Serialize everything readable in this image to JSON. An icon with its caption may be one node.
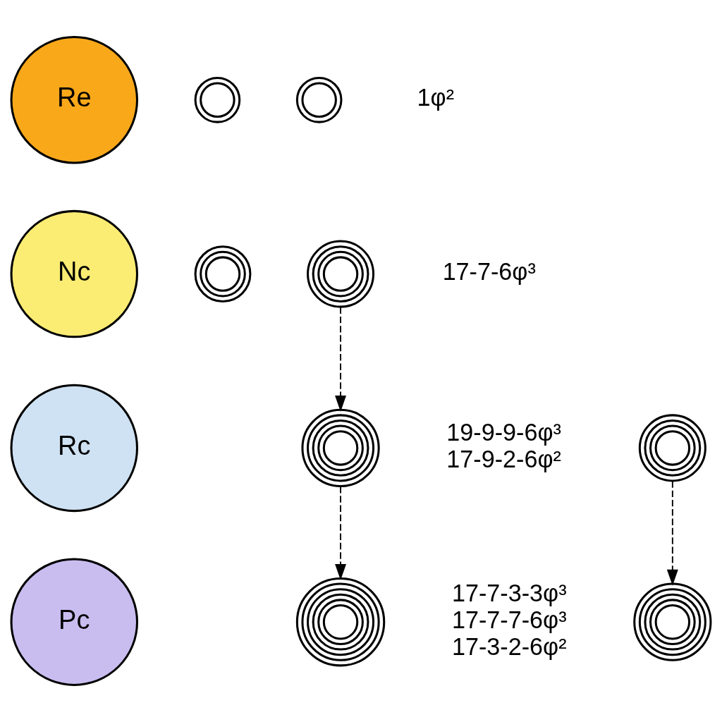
{
  "diagram": {
    "nodes": [
      {
        "text": [
          "Re"
        ]
      },
      {
        "text": [],
        "shape": "circle"
      },
      {
        "text": [],
        "shape": "circle",
        "beside": [
          "1φ²"
        ]
      },
      {
        "text": [
          "Nc"
        ]
      },
      {
        "text": [],
        "shape": "circle"
      },
      {
        "text": [],
        "shape": "circle",
        "beside": [
          "17-7-6φ³"
        ]
      },
      {
        "text": [
          "Rc"
        ]
      },
      {
        "text": [],
        "shape": "circle"
      },
      {
        "text": [],
        "shape": "circle",
        "beside": [
          "19-9-9-6φ³",
          "17-9-2-6φ²"
        ]
      },
      {
        "text": [
          "Pc"
        ]
      },
      {
        "text": [],
        "shape": "circle"
      },
      {
        "text": [],
        "shape": "circle",
        "beside": [
          "17-7-3-3φ³",
          "17-7-7-6φ³",
          "17-3-2-6φ²"
        ]
      }
    ],
    "edges": [
      {
        "from": 5,
        "to": 8,
        "arrow": "to",
        "style": "dashed"
      },
      {
        "from": 8,
        "to": 11,
        "arrow": "to",
        "style": "dashed"
      },
      {
        "from": 7,
        "to": 10,
        "arrow": "to",
        "style": "dashed"
      }
    ]
  }
}
